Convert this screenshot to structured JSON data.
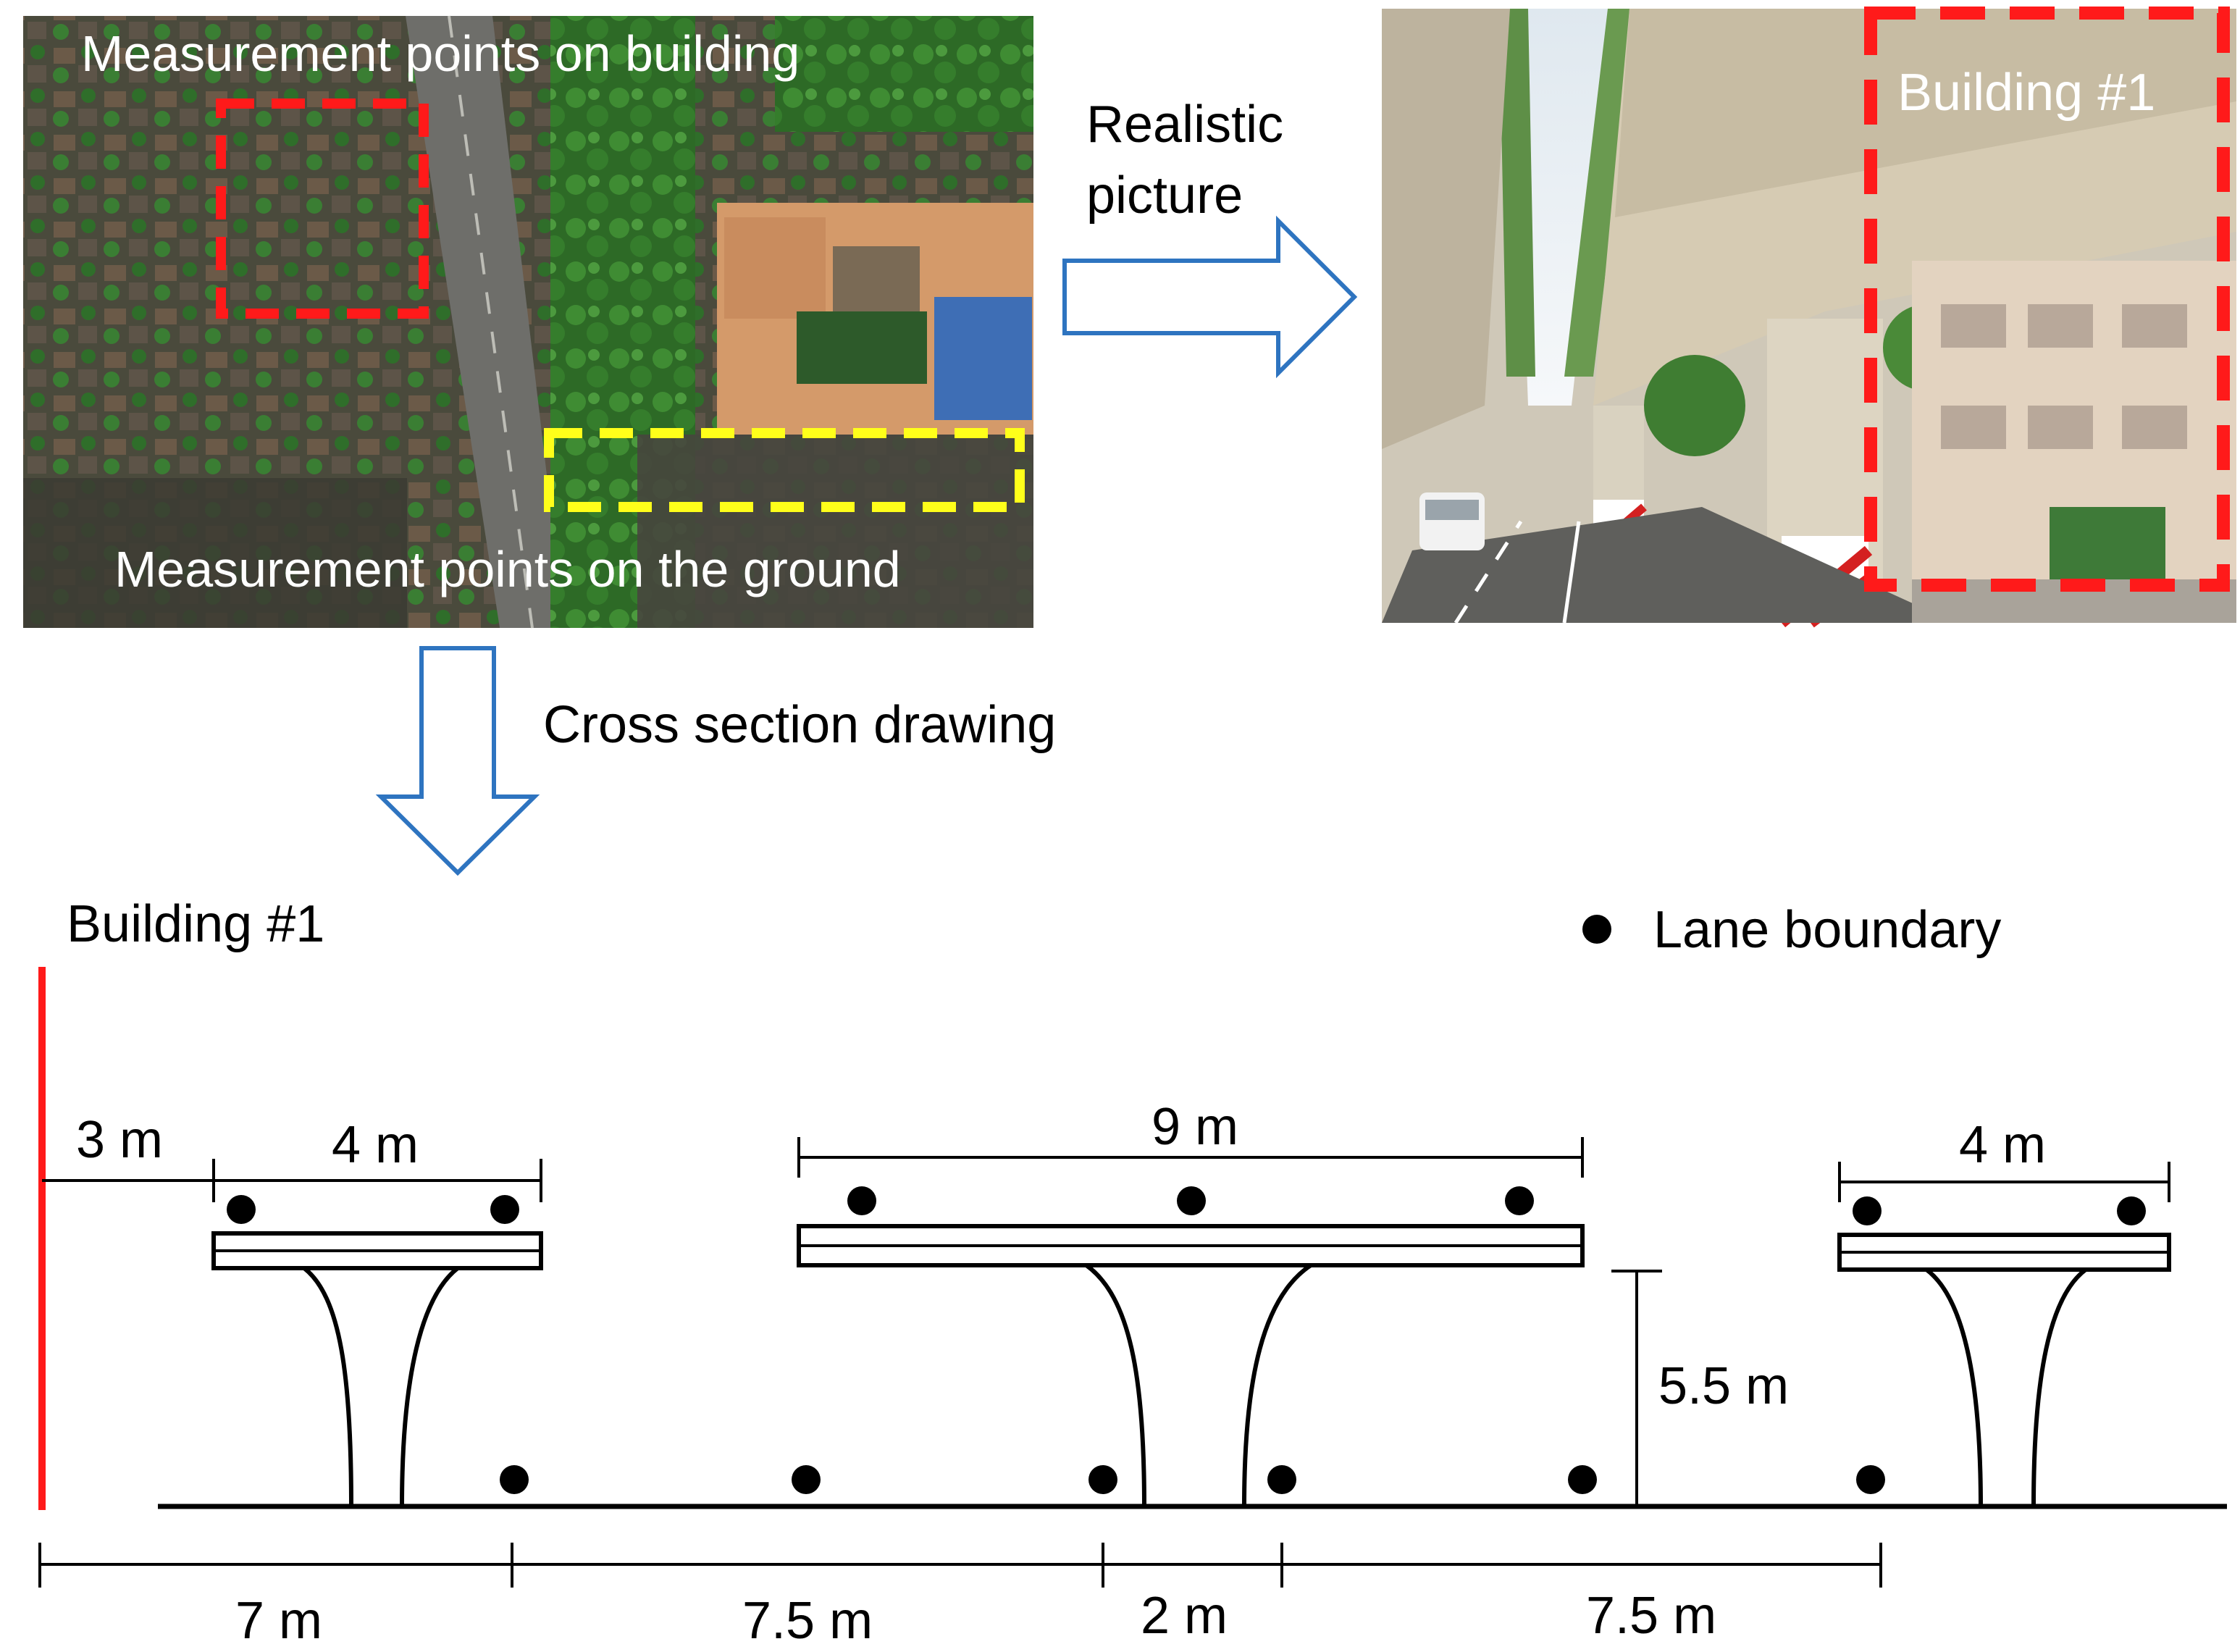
{
  "aerial": {
    "label_top": "Measurement points on building",
    "label_bottom": "Measurement points on the ground",
    "building_box_color": "#ff1a1a",
    "ground_box_color": "#ffff1a"
  },
  "photo": {
    "label": "Building #1",
    "box_color": "#ff1a1a"
  },
  "arrows": {
    "right_label_line1": "Realistic",
    "right_label_line2": "picture",
    "down_label": "Cross section drawing",
    "color": "#2e74c0"
  },
  "section": {
    "building_label": "Building #1",
    "building_line_color": "#ff1a1a",
    "legend_marker": "filled-circle",
    "legend_label": "Lane boundary",
    "dim_3m": "3 m",
    "dim_4m_left": "4 m",
    "dim_9m": "9 m",
    "dim_4m_right": "4 m",
    "dim_height": "5.5 m",
    "dim_7m": "7 m",
    "dim_7_5m_a": "7.5 m",
    "dim_2m": "2 m",
    "dim_7_5m_b": "7.5 m"
  }
}
